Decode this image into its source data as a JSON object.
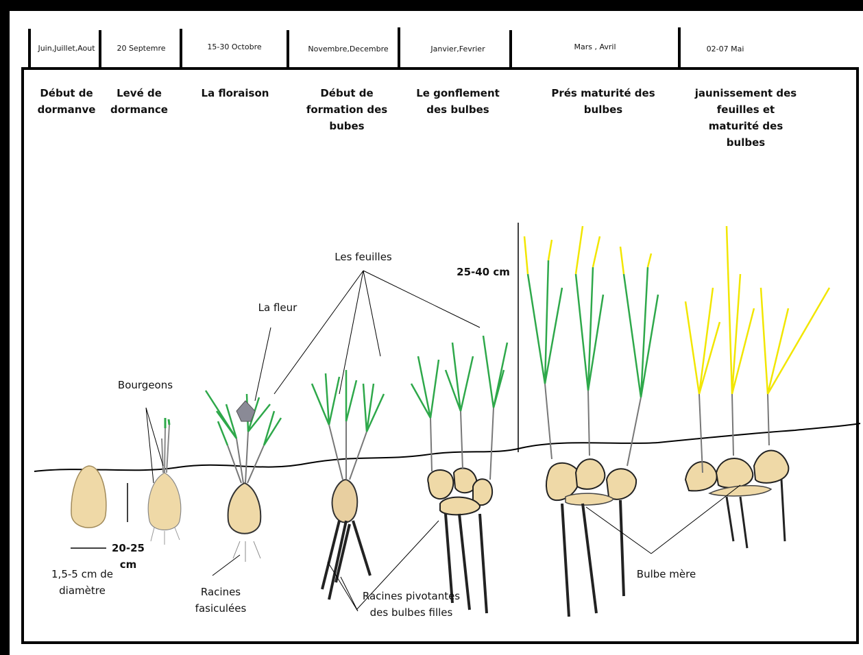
{
  "periods": [
    "Juin,Juillet,Aout",
    "20 Septemre",
    "15-30 Octobre",
    "Novembre,Decembre",
    "Janvier,Fevrier",
    "Mars , Avril",
    "02-07 Mai"
  ],
  "stages": [
    "Début de dormanve",
    "Levé de dormance",
    "La floraison",
    "Début de formation des bubes",
    "Le gonflement des bulbes",
    "Prés maturité des bulbes",
    "jaunissement des feuilles et maturité des bulbes"
  ],
  "annotations": {
    "bourgeons": "Bourgeons",
    "fleur": "La fleur",
    "feuilles": "Les feuilles",
    "hauteur": "25-40 cm",
    "profondeur": "20-25 cm",
    "diametre": "1,5-5 cm de diamètre",
    "racines_fasiculees": "Racines fasiculées",
    "racines_pivotantes": "Racines pivotantes des bulbes filles",
    "bulbe_mere": "Bulbe mère"
  },
  "colors": {
    "leaf_green": "#2ea84a",
    "leaf_yellow": "#f2e600",
    "bulb_fill": "#efd9a7",
    "root_dark": "#222222",
    "flower": "#8a8a96"
  }
}
